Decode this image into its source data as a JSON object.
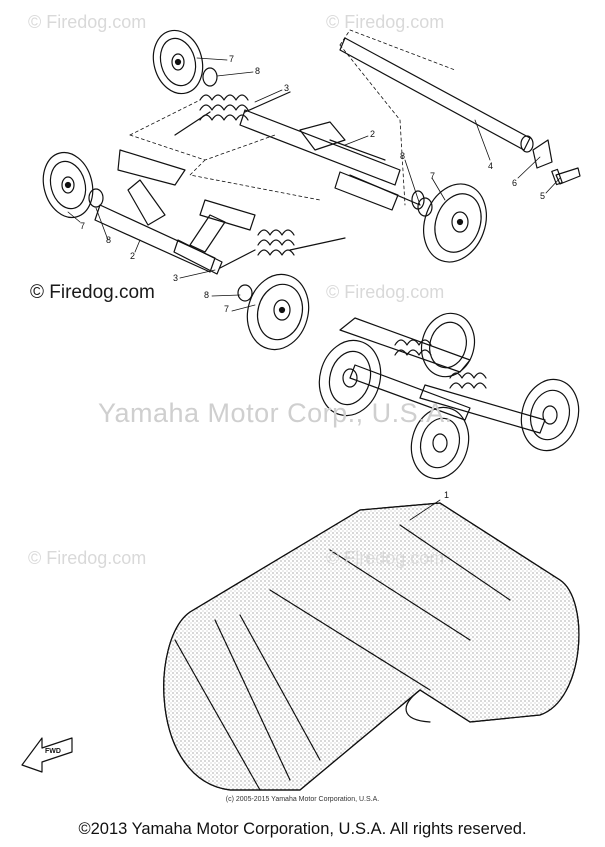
{
  "watermarks": {
    "top_left": "© Firedog.com",
    "top_right": "© Firedog.com",
    "mid_left": "© Firedog.com",
    "mid_right": "© Firedog.com",
    "center": "Yamaha Motor Corp., U.S.A.",
    "low_left": "© Firedog.com",
    "low_right": "© Firedog.com"
  },
  "callouts": {
    "c7a": "7",
    "c8a": "8",
    "c3a": "3",
    "c2a": "2",
    "c4": "4",
    "c6r": "6",
    "c5": "5",
    "c8r": "8",
    "c7r": "7",
    "c7l": "7",
    "c8l": "8",
    "c2l": "2",
    "c3b": "3",
    "c8b": "8",
    "c7b": "7",
    "c1": "1"
  },
  "fwd_label": "FWD",
  "small_copyright": "(c) 2005-2015 Yamaha Motor Corporation, U.S.A.",
  "footer": "©2013 Yamaha Motor Corporation, U.S.A. All rights reserved."
}
